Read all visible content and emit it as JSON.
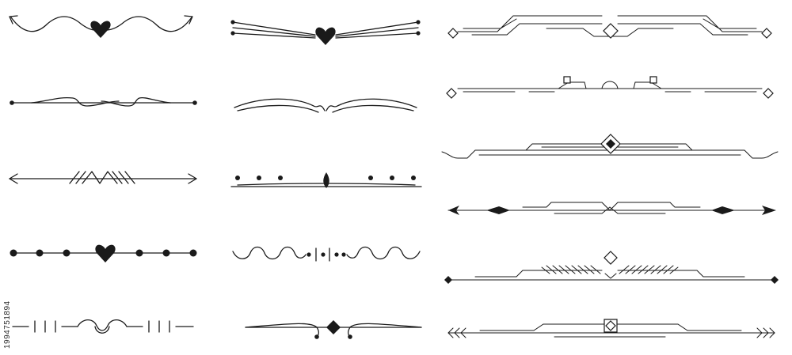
{
  "stock_id": "1994751894",
  "colors": {
    "ink": "#1a1a1a",
    "background": "#ffffff"
  },
  "dividers": [
    {
      "name": "wave-heart-arrows"
    },
    {
      "name": "heart-fan-lines"
    },
    {
      "name": "deco-diamond-step-1"
    },
    {
      "name": "dot-wave-lines"
    },
    {
      "name": "swirl-curves"
    },
    {
      "name": "deco-squares-arch"
    },
    {
      "name": "arrow-zigzag"
    },
    {
      "name": "dots-leaf-rule"
    },
    {
      "name": "deco-diamond-step-2"
    },
    {
      "name": "heart-dots-line"
    },
    {
      "name": "wave-bars-wave"
    },
    {
      "name": "arrow-spear"
    },
    {
      "name": "bars-loops"
    },
    {
      "name": "diamond-curl-line"
    },
    {
      "name": "deco-hatched-diamond"
    },
    {
      "name": "deco-arrow-feather"
    }
  ]
}
